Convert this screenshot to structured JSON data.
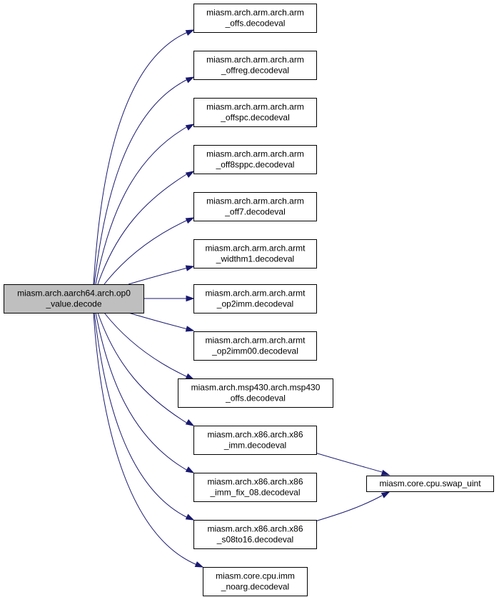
{
  "diagram": {
    "colors": {
      "edge": "#191970",
      "root_fill": "#bfbfbf",
      "node_fill": "#ffffff",
      "border": "#000000"
    },
    "nodes": [
      {
        "id": "root",
        "lines": [
          "miasm.arch.aarch64.arch.op0",
          "_value.decode"
        ]
      },
      {
        "id": "n1",
        "lines": [
          "miasm.arch.arm.arch.arm",
          "_offs.decodeval"
        ]
      },
      {
        "id": "n2",
        "lines": [
          "miasm.arch.arm.arch.arm",
          "_offreg.decodeval"
        ]
      },
      {
        "id": "n3",
        "lines": [
          "miasm.arch.arm.arch.arm",
          "_offspc.decodeval"
        ]
      },
      {
        "id": "n4",
        "lines": [
          "miasm.arch.arm.arch.arm",
          "_off8sppc.decodeval"
        ]
      },
      {
        "id": "n5",
        "lines": [
          "miasm.arch.arm.arch.arm",
          "_off7.decodeval"
        ]
      },
      {
        "id": "n6",
        "lines": [
          "miasm.arch.arm.arch.armt",
          "_widthm1.decodeval"
        ]
      },
      {
        "id": "n7",
        "lines": [
          "miasm.arch.arm.arch.armt",
          "_op2imm.decodeval"
        ]
      },
      {
        "id": "n8",
        "lines": [
          "miasm.arch.arm.arch.armt",
          "_op2imm00.decodeval"
        ]
      },
      {
        "id": "n9",
        "lines": [
          "miasm.arch.msp430.arch.msp430",
          "_offs.decodeval"
        ]
      },
      {
        "id": "n10",
        "lines": [
          "miasm.arch.x86.arch.x86",
          "_imm.decodeval"
        ]
      },
      {
        "id": "n11",
        "lines": [
          "miasm.arch.x86.arch.x86",
          "_imm_fix_08.decodeval"
        ]
      },
      {
        "id": "n12",
        "lines": [
          "miasm.arch.x86.arch.x86",
          "_s08to16.decodeval"
        ]
      },
      {
        "id": "n13",
        "lines": [
          "miasm.core.cpu.imm",
          "_noarg.decodeval"
        ]
      },
      {
        "id": "swap",
        "lines": [
          "miasm.core.cpu.swap_uint"
        ]
      }
    ],
    "edges": [
      {
        "from": "root",
        "to": "n1"
      },
      {
        "from": "root",
        "to": "n2"
      },
      {
        "from": "root",
        "to": "n3"
      },
      {
        "from": "root",
        "to": "n4"
      },
      {
        "from": "root",
        "to": "n5"
      },
      {
        "from": "root",
        "to": "n6"
      },
      {
        "from": "root",
        "to": "n7"
      },
      {
        "from": "root",
        "to": "n8"
      },
      {
        "from": "root",
        "to": "n9"
      },
      {
        "from": "root",
        "to": "n10"
      },
      {
        "from": "root",
        "to": "n11"
      },
      {
        "from": "root",
        "to": "n12"
      },
      {
        "from": "root",
        "to": "n13"
      },
      {
        "from": "n10",
        "to": "swap"
      },
      {
        "from": "n12",
        "to": "swap"
      }
    ]
  }
}
